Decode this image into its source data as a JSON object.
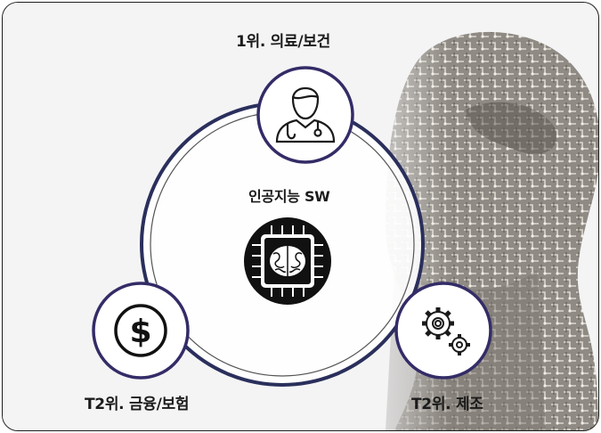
{
  "diagram": {
    "center_label": "인공지능 SW",
    "nodes": [
      {
        "label": "1위. 의료/보건",
        "icon": "doctor-icon"
      },
      {
        "label": "T2위. 금융/보험",
        "icon": "dollar-icon"
      },
      {
        "label": "T2위. 제조",
        "icon": "gears-icon"
      }
    ],
    "center_icon": "ai-chip-brain-icon",
    "background": "circuit-face-image"
  },
  "colors": {
    "ring": "#2a2f5c",
    "node_border": "#332c67",
    "node_fill": "#ffffff",
    "text": "#1b1b1b"
  }
}
